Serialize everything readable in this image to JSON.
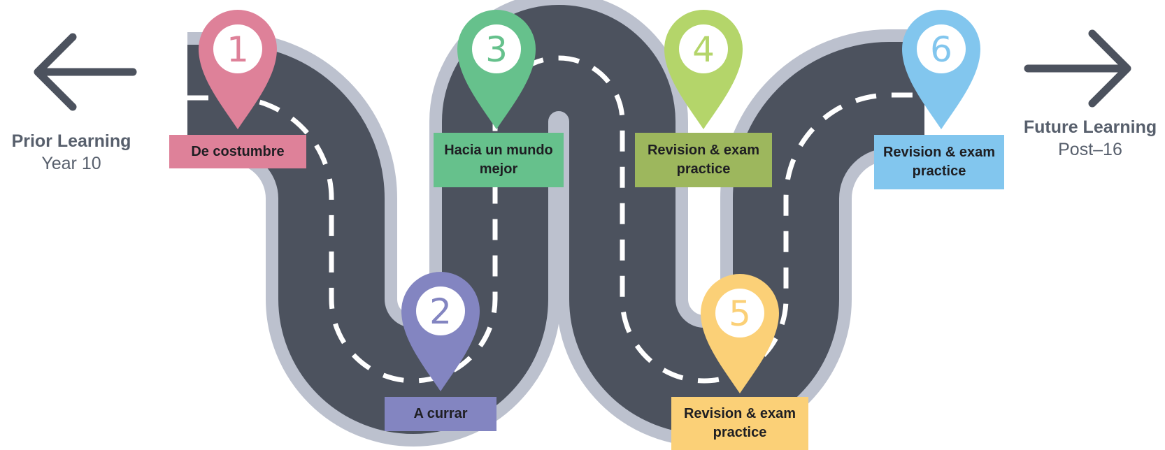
{
  "prior": {
    "title": "Prior Learning",
    "subtitle": "Year 10"
  },
  "future": {
    "title": "Future Learning",
    "subtitle": "Post–16"
  },
  "colors": {
    "road": "#4c525e",
    "road_edge": "#bcc1ce",
    "lane_marking": "#ffffff",
    "arrow": "#4c525e",
    "text_dark": "#575f6c"
  },
  "icons": {
    "left_arrow": "arrow-left-icon",
    "right_arrow": "arrow-right-icon",
    "marker": "map-pin-icon"
  },
  "stops": [
    {
      "number": "1",
      "label": "De costumbre",
      "color": "#de8199"
    },
    {
      "number": "2",
      "label": "A currar",
      "color": "#8385c1"
    },
    {
      "number": "3",
      "label": "Hacia un mundo mejor",
      "color": "#66c18c"
    },
    {
      "number": "4",
      "label": "Revision & exam practice",
      "color": "#b4d56a"
    },
    {
      "number": "5",
      "label": "Revision & exam practice",
      "color": "#fbd077"
    },
    {
      "number": "6",
      "label": "Revision & exam practice",
      "color": "#82c6ee"
    }
  ]
}
